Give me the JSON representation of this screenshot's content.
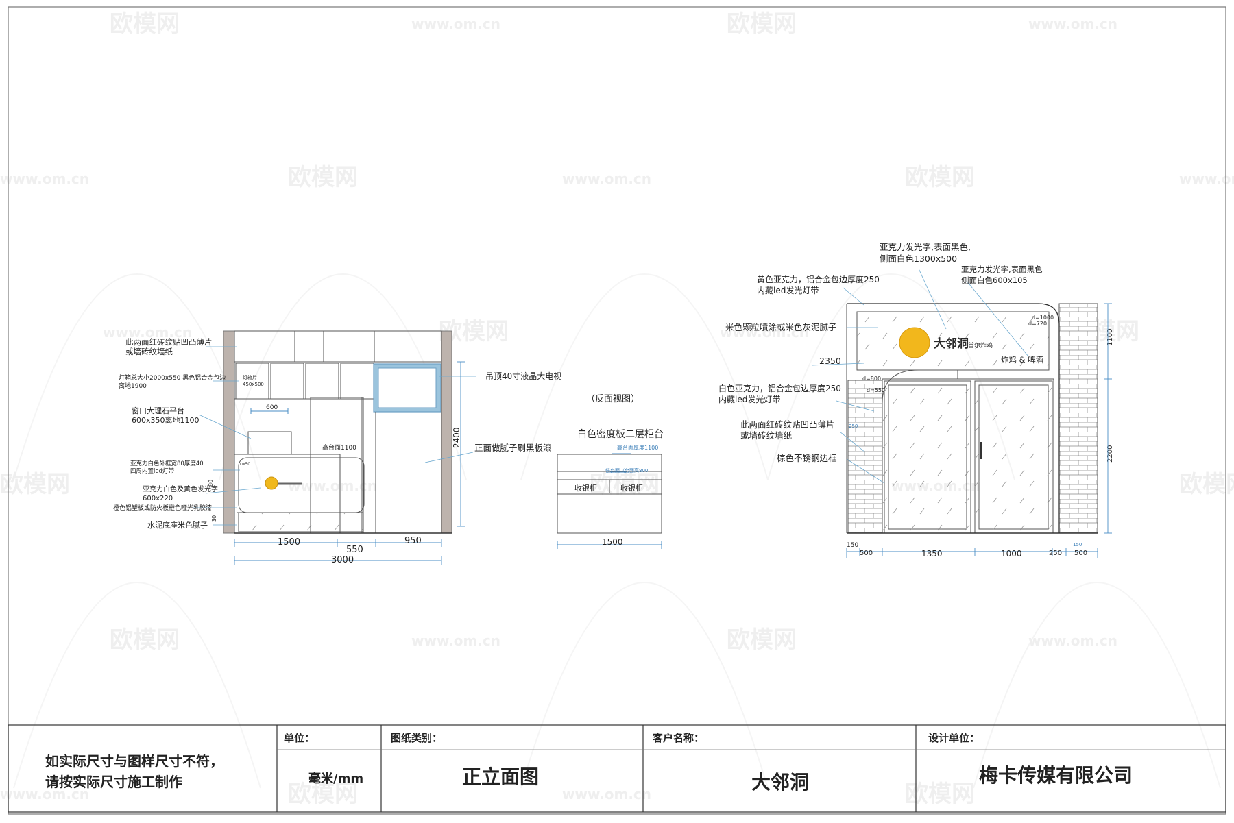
{
  "left_elevation": {
    "callouts": {
      "wall_paper": [
        "此两面红砖纹贴凹凸薄片",
        "或墙砖纹墙纸"
      ],
      "lightbox": [
        "灯箱总大小2000x550 黑色铝合金包边",
        "离地1900"
      ],
      "marble": [
        "窗口大理石平台",
        "600x350离地1100"
      ],
      "acrylic_frame": [
        "亚克力白色外框宽80厚度40",
        "四周内置led灯带"
      ],
      "acrylic_letters": [
        "亚克力白色及黄色发光字",
        "600x220"
      ],
      "orange_panel": "橙色铝塑板或防火板橙色哑光乳胶漆",
      "cement_base": "水泥底座米色腻子",
      "tv": "吊顶40寸液晶大电视",
      "black_paint": "正面做腻子刷黑板漆"
    },
    "inner_labels": {
      "light_panel": "灯箱片",
      "light_panel_size": "450x500",
      "width_600": "600",
      "counter_height": "高台面1100",
      "small_r": "r=50",
      "dim_80": "80",
      "dim_30": "30"
    },
    "dims": {
      "a": "1500",
      "b": "550",
      "c": "950",
      "total": "3000",
      "height": "2400"
    }
  },
  "middle_view": {
    "title": "（反面视图）",
    "subtitle": "白色密度板二层柜台",
    "note_top": "高台面厚度1100",
    "note_mid": "低台面（台面高800",
    "cabinet_left": "收银柜",
    "cabinet_right": "收银柜",
    "width": "1500"
  },
  "right_elevation": {
    "callouts": {
      "letters_big": [
        "亚克力发光字,表面黑色,",
        "侧面白色1300x500"
      ],
      "letters_small": [
        "亚克力发光字,表面黑色",
        "侧面白色600x105"
      ],
      "yellow_acrylic": [
        "黄色亚克力，铝合金包边厚度250",
        "内藏led发光灯带"
      ],
      "beige_paint": "米色颗粒喷涂或米色灰泥腻子",
      "height_2350": "2350",
      "white_acrylic": [
        "白色亚克力，铝合金包边厚度250",
        "内藏led发光灯带"
      ],
      "brick": [
        "此两面红砖纹贴凹凸薄片",
        "或墙砖纹墙纸"
      ],
      "steel_frame": "棕色不锈钢边框"
    },
    "sign": {
      "brand": "大邻洞",
      "sub": "首尔炸鸡",
      "menu": "炸鸡 & 啤酒"
    },
    "radius_labels": [
      "d=1000",
      "d=720",
      "d=800",
      "d=550"
    ],
    "small_dims": {
      "d250": "250",
      "d1100": "1100",
      "d2200": "2200",
      "d150": "150"
    },
    "dims": [
      "150",
      "500",
      "1350",
      "1000",
      "250",
      "500"
    ]
  },
  "title_block": {
    "note_line1": "如实际尺寸与图样尺寸不符，",
    "note_line2": "请按实际尺寸施工制作",
    "unit_label": "单位：",
    "unit_value": "毫米/mm",
    "type_label": "图纸类别：",
    "type_value": "正立面图",
    "client_label": "客户名称：",
    "client_value": "大邻洞",
    "designer_label": "设计单位：",
    "designer_value": "梅卡传媒有限公司"
  },
  "watermark": {
    "logo_text": "欧模网",
    "url_text": "www.om.cn"
  }
}
